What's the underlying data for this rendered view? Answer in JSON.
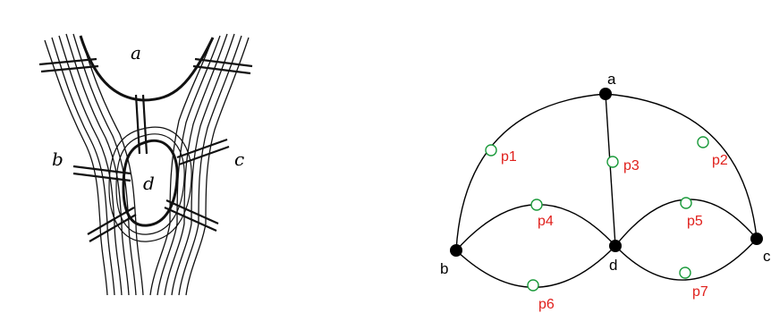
{
  "map_illustration": {
    "labels": {
      "a": "a",
      "b": "b",
      "c": "c",
      "d": "d"
    }
  },
  "graph": {
    "vertices": {
      "a": "a",
      "b": "b",
      "c": "c",
      "d": "d"
    },
    "bridges": {
      "p1": "p1",
      "p2": "p2",
      "p3": "p3",
      "p4": "p4",
      "p5": "p5",
      "p6": "p6",
      "p7": "p7"
    },
    "colors": {
      "edge": "#000000",
      "vertex": "#000000",
      "bridge_marker": "#1a9a3a",
      "bridge_label": "#e0201c"
    }
  }
}
